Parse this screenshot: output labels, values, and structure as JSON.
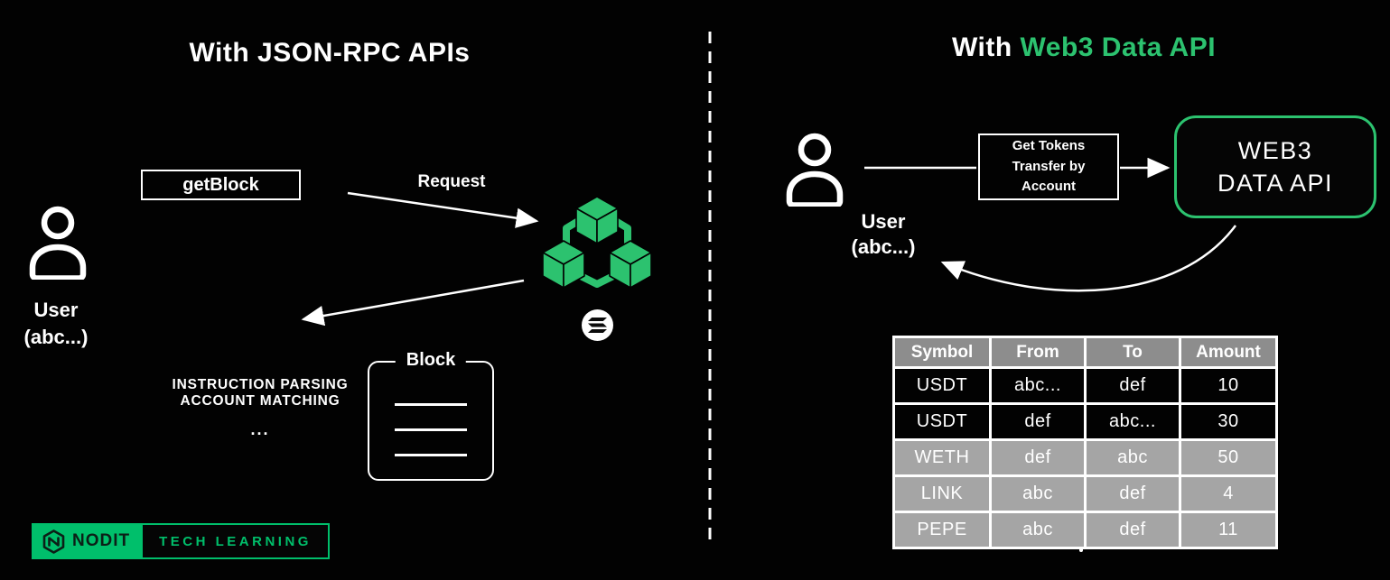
{
  "header": {
    "left_title": "With JSON-RPC APIs",
    "right_title_prefix": "With ",
    "right_title_highlight": "Web3 Data API"
  },
  "left_panel": {
    "user": {
      "label": "User",
      "address": "(abc...)"
    },
    "method_box_label": "getBlock",
    "request_label": "Request",
    "processing_line1": "INSTRUCTION PARSING",
    "processing_line2": "ACCOUNT MATCHING",
    "processing_line3": "...",
    "block_title": "Block"
  },
  "right_panel": {
    "user": {
      "label": "User",
      "address": "(abc...)"
    },
    "api_box_label": "Get Tokens\nTransfer by\nAccount",
    "web3_box_line1": "WEB3",
    "web3_box_line2": "DATA API"
  },
  "table": {
    "headers": [
      "Symbol",
      "From",
      "To",
      "Amount"
    ],
    "rows": [
      [
        "USDT",
        "abc...",
        "def",
        "10"
      ],
      [
        "USDT",
        "def",
        "abc...",
        "30"
      ],
      [
        "WETH",
        "def",
        "abc",
        "50"
      ],
      [
        "LINK",
        "abc",
        "def",
        "4"
      ],
      [
        "PEPE",
        "abc",
        "def",
        "11"
      ]
    ]
  },
  "footer_badge": {
    "brand": "NODIT",
    "tagline": "TECH LEARNING"
  },
  "icons": {
    "user": "user-icon",
    "blockchain": "blockchain-cubes-icon",
    "solana": "solana-icon",
    "nodit_logo": "nodit-hexagon-icon"
  },
  "colors": {
    "background": "#020202",
    "diagram_green": "#2cc26f",
    "badge_green": "#00bf6b",
    "table_header_gray": "#8d8d8d",
    "table_row_gray": "#a5a5a5",
    "white": "#ffffff"
  }
}
